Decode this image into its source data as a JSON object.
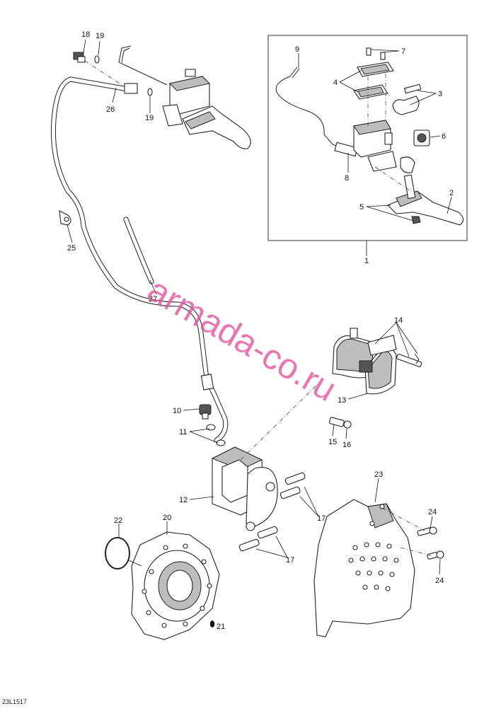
{
  "drawing_code": "23L1517",
  "watermark": "armada-co.ru",
  "accent_color": "#e0529a",
  "callouts": [
    "1",
    "2",
    "3",
    "4",
    "5",
    "6",
    "7",
    "8",
    "9",
    "10",
    "11",
    "12",
    "13",
    "14",
    "15",
    "16",
    "17",
    "17",
    "18",
    "19",
    "19",
    "20",
    "21",
    "22",
    "23",
    "24",
    "24",
    "25",
    "26",
    "27"
  ]
}
